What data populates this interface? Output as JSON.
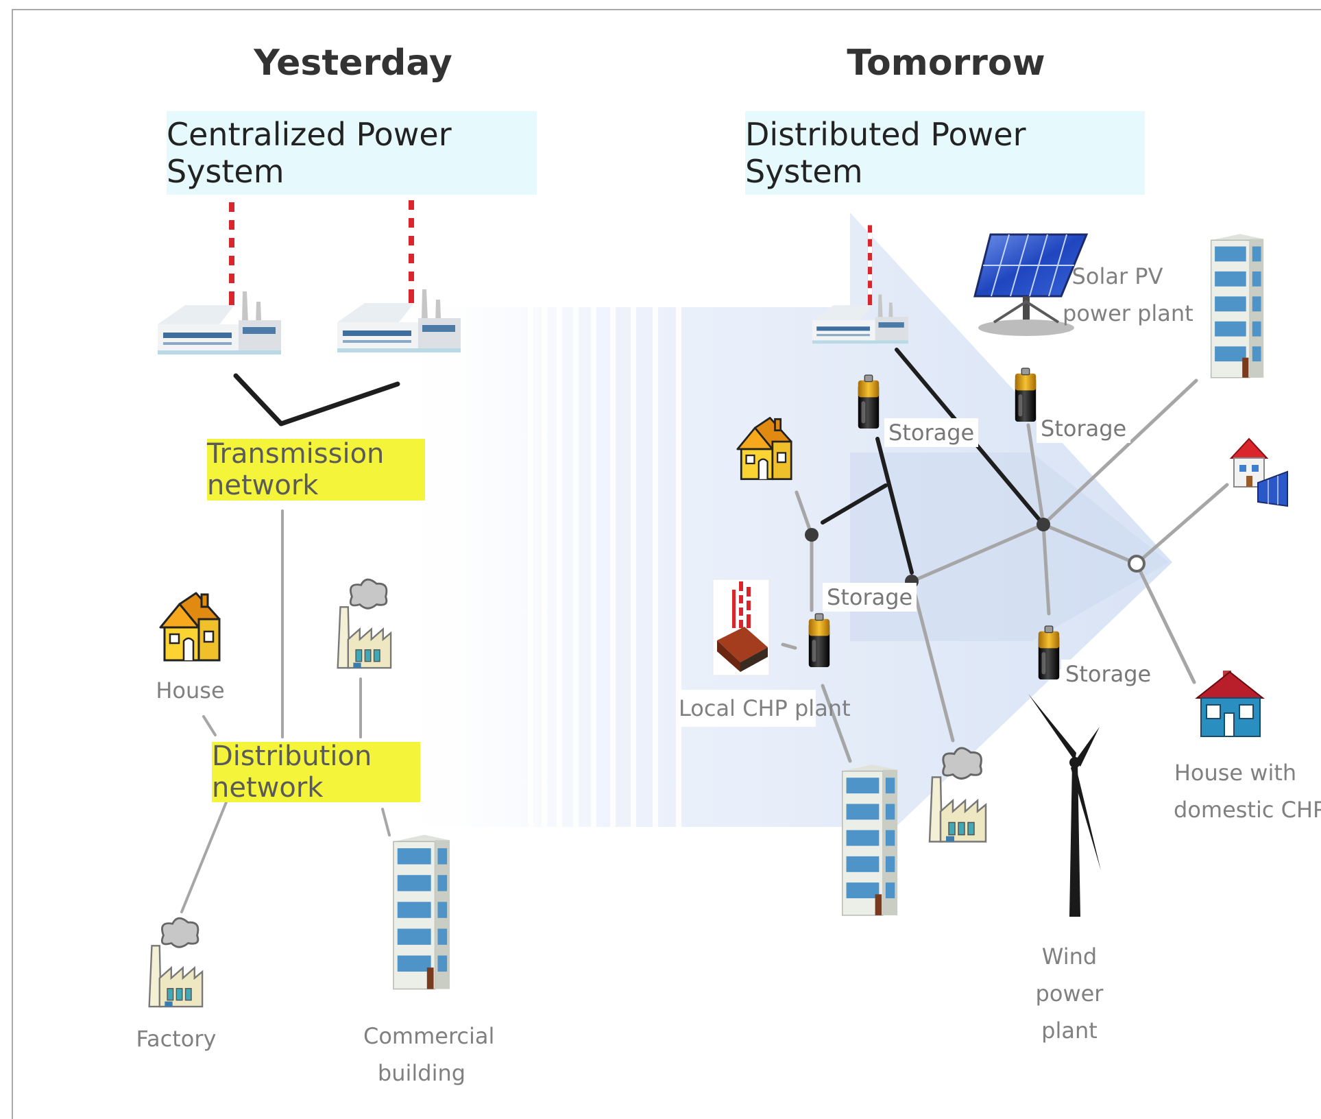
{
  "colors": {
    "sys_box_bg": "#e6fafd",
    "net_box_bg": "#f4f53a",
    "arrow_fill": "#dfe8f6",
    "line_dark": "#1e1e1e",
    "line_gray": "#a6a6a6",
    "stack_red": "#d9262c"
  },
  "headings": {
    "left": "Yesterday",
    "right": "Tomorrow"
  },
  "systems": {
    "left": "Centralized Power System",
    "right": "Distributed Power System"
  },
  "networks": {
    "transmission": "Transmission network",
    "distribution": "Distribution network"
  },
  "left_labels": {
    "house": "House",
    "factory": "Factory",
    "commercial": [
      "Commercial",
      "building"
    ]
  },
  "right_labels": {
    "solar": [
      "Solar PV",
      "power plant"
    ],
    "storage": "Storage",
    "chp_plant": "Local CHP plant",
    "house_chp": [
      "House with",
      "domestic CHP"
    ],
    "wind": [
      "Wind",
      "power",
      "plant"
    ]
  },
  "icons": [
    "power-plant-icon",
    "house-icon",
    "factory-icon",
    "office-building-icon",
    "solar-panel-icon",
    "battery-storage-icon",
    "wind-turbine-icon",
    "chp-plant-icon",
    "house-with-solar-icon",
    "house-with-chp-icon",
    "network-node-icon"
  ]
}
